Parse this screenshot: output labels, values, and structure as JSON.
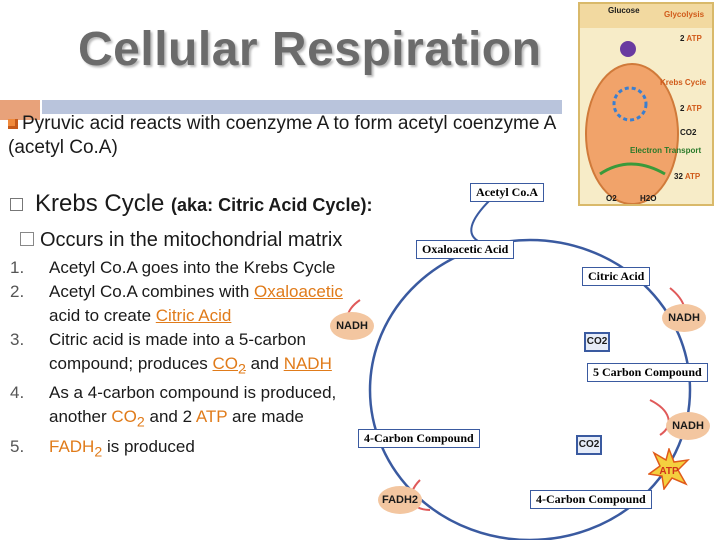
{
  "title": "Cellular Respiration",
  "bullet1": "Pyruvic acid reacts with coenzyme A to form acetyl coenzyme A (acetyl Co.A)",
  "krebs_main": "Krebs Cycle",
  "krebs_aka": "(aka: Citric Acid Cycle):",
  "occurs": "Occurs in the mitochondrial matrix",
  "steps": [
    {
      "num": "1.",
      "text": "Acetyl Co.A goes into the Krebs Cycle"
    },
    {
      "num": "2.",
      "a": "Acetyl Co.A combines with ",
      "b": "Oxaloacetic ",
      "c": "acid to create ",
      "d": "Citric Acid"
    },
    {
      "num": "3.",
      "a": "Citric acid is made into a 5-carbon compound; produces ",
      "b": "CO",
      "sub": "2",
      "c": " and ",
      "d": "NADH"
    },
    {
      "num": "4.",
      "a": "As a 4-carbon compound is produced, another ",
      "b": "CO",
      "sub": "2",
      "c": " and 2 ",
      "d": "ATP",
      "e": " are made"
    },
    {
      "num": "5.",
      "a": "FADH",
      "sub": "2",
      "b": " is produced"
    }
  ],
  "diagram": {
    "acetyl_coa": "Acetyl Co.A",
    "oxaloacetic": "Oxaloacetic Acid",
    "citric": "Citric Acid",
    "five_carbon": "5 Carbon Compound",
    "four_carbon_left": "4-Carbon Compound",
    "four_carbon_bottom": "4-Carbon Compound",
    "nadh_left": "NADH",
    "nadh_r1": "NADH",
    "nadh_r2": "NADH",
    "co2_a": "CO2",
    "co2_b": "CO2",
    "fadh2": "FADH2",
    "atp": "ATP"
  },
  "inset": {
    "glucose": "Glucose",
    "glycolysis": "Glycolysis",
    "krebs": "Krebs Cycle",
    "atp_2a": "2",
    "atp_2b": "2",
    "atp_32": "32",
    "atp_label": "ATP",
    "co2": "CO2",
    "etc": "Electron Transport",
    "o2": "O2",
    "h2o": "H2O"
  },
  "colors": {
    "title": "#6b6b6b",
    "accent_orange": "#e07b1a",
    "rule_blue": "#b9c4dc",
    "cycle_blue": "#3a5aa0"
  }
}
